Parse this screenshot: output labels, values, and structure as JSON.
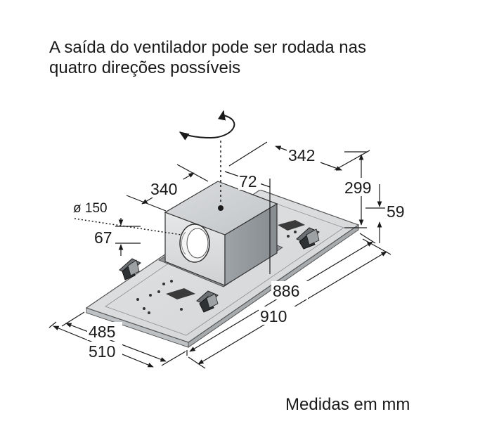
{
  "caption": {
    "line1": "A saída do ventilador pode ser rodada nas",
    "line2": "quatro direções possíveis",
    "units": "Medidas em mm"
  },
  "dimensions": {
    "d342": "342",
    "d72": "72",
    "d340": "340",
    "d299": "299",
    "d59": "59",
    "outlet_diameter": "ø 150",
    "d67": "67",
    "d886": "886",
    "d910": "910",
    "d485": "485",
    "d510": "510"
  }
}
